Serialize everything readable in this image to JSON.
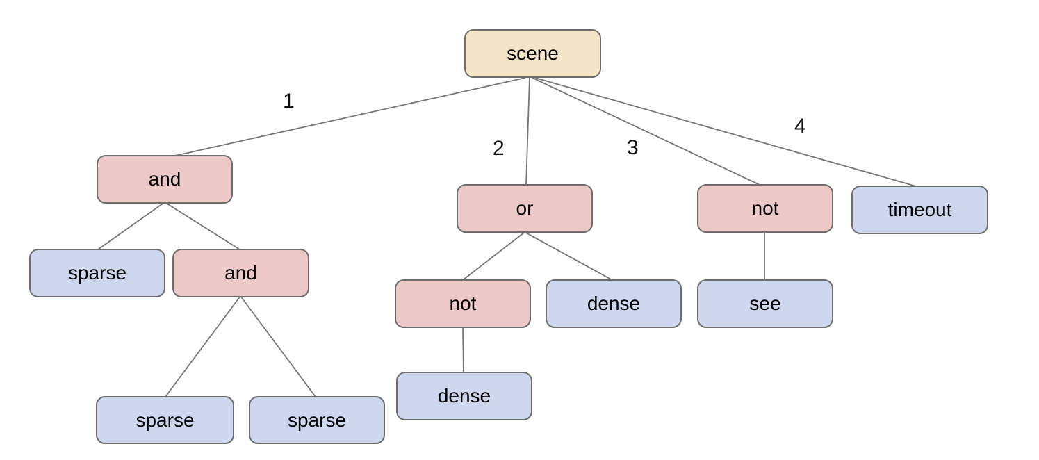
{
  "diagram": {
    "type": "tree",
    "nodes": {
      "scene": {
        "label": "scene",
        "kind": "root"
      },
      "and_1": {
        "label": "and",
        "kind": "operator"
      },
      "or_1": {
        "label": "or",
        "kind": "operator"
      },
      "not_1": {
        "label": "not",
        "kind": "operator"
      },
      "timeout_1": {
        "label": "timeout",
        "kind": "leaf"
      },
      "sparse_1": {
        "label": "sparse",
        "kind": "leaf"
      },
      "and_2": {
        "label": "and",
        "kind": "operator"
      },
      "not_2": {
        "label": "not",
        "kind": "operator"
      },
      "dense_1": {
        "label": "dense",
        "kind": "leaf"
      },
      "see_1": {
        "label": "see",
        "kind": "leaf"
      },
      "sparse_2": {
        "label": "sparse",
        "kind": "leaf"
      },
      "sparse_3": {
        "label": "sparse",
        "kind": "leaf"
      },
      "dense_2": {
        "label": "dense",
        "kind": "leaf"
      }
    },
    "edges": [
      {
        "from": "scene",
        "to": "and_1",
        "label": "1"
      },
      {
        "from": "scene",
        "to": "or_1",
        "label": "2"
      },
      {
        "from": "scene",
        "to": "not_1",
        "label": "3"
      },
      {
        "from": "scene",
        "to": "timeout_1",
        "label": "4"
      },
      {
        "from": "and_1",
        "to": "sparse_1",
        "label": ""
      },
      {
        "from": "and_1",
        "to": "and_2",
        "label": ""
      },
      {
        "from": "and_2",
        "to": "sparse_2",
        "label": ""
      },
      {
        "from": "and_2",
        "to": "sparse_3",
        "label": ""
      },
      {
        "from": "or_1",
        "to": "not_2",
        "label": ""
      },
      {
        "from": "or_1",
        "to": "dense_1",
        "label": ""
      },
      {
        "from": "not_2",
        "to": "dense_2",
        "label": ""
      },
      {
        "from": "not_1",
        "to": "see_1",
        "label": ""
      }
    ],
    "colors": {
      "root_fill": "#f4e4c8",
      "operator_fill": "#ecc9c6",
      "leaf_fill": "#cdd7ee",
      "node_border": "#6e6e6e",
      "edge_line": "#757575",
      "text": "#000000",
      "background": "#ffffff"
    }
  }
}
